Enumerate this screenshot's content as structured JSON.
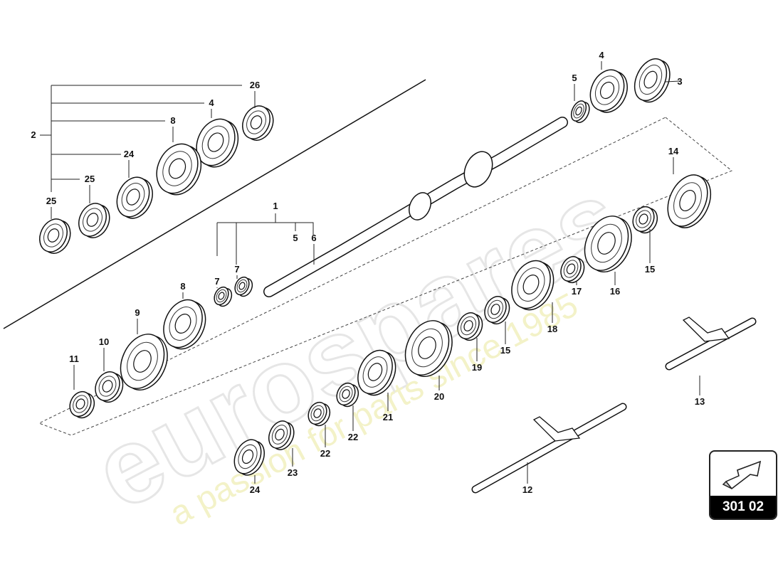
{
  "watermark": {
    "brand": "eurospares",
    "tagline": "a passion for parts since 1985"
  },
  "page_ref": "301 02",
  "callouts": [
    "26",
    "4",
    "8",
    "2",
    "24",
    "25",
    "25",
    "1",
    "5",
    "6",
    "7",
    "7",
    "8",
    "9",
    "10",
    "11",
    "4",
    "5",
    "3",
    "14",
    "15",
    "16",
    "17",
    "18",
    "15",
    "19",
    "20",
    "21",
    "22",
    "22",
    "23",
    "24",
    "12",
    "13"
  ]
}
